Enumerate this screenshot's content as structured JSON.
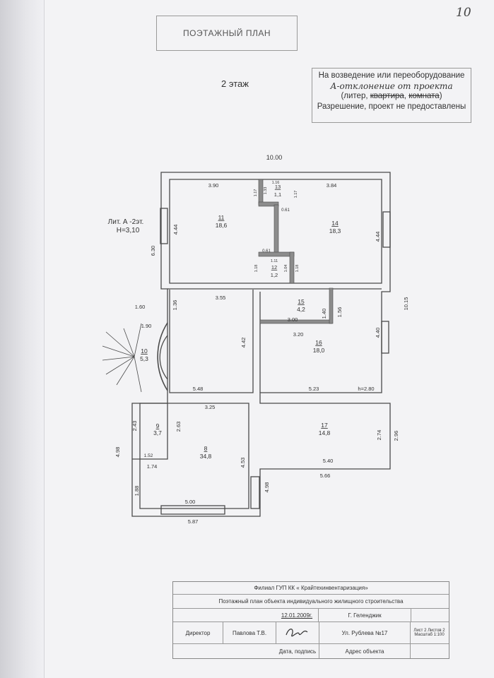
{
  "page_number": "10",
  "title": "ПОЭТАЖНЫЙ ПЛАН",
  "floor_label": "2 этаж",
  "permit": {
    "line1": "На возведение или переоборудование",
    "line2_handwritten": "А-отклонение от проекта",
    "line3_a": "(литер, ",
    "line3_struck1": "квартира",
    "line3_b": ", ",
    "line3_struck2": "комната",
    "line3_c": ")",
    "line4": "Разрешение, проект не предоставлены"
  },
  "lit": {
    "line1": "Лит. А -2эт.",
    "line2": "H=3,10"
  },
  "dims": {
    "top_total": "10.00",
    "d390": "3.90",
    "d384": "3.84",
    "d444a": "4.44",
    "d444b": "4.44",
    "d630": "6.30",
    "d160": "1.60",
    "d190": "1.90",
    "d136": "1.36",
    "d355": "3.55",
    "d442": "4.42",
    "d300": "3.00",
    "d320": "3.20",
    "d140": "1.40",
    "d156": "1.56",
    "d440": "4.40",
    "d1015": "10.15",
    "d548": "5.48",
    "d523": "5.23",
    "h280": "h=2.80",
    "d325": "3.25",
    "d243": "2.43",
    "d263": "2.63",
    "d152": "1.52",
    "d174": "1.74",
    "d188": "1.88",
    "d453": "4.53",
    "d498a": "4.98",
    "d498b": "4.98",
    "d274": "2.74",
    "d296": "2.96",
    "d540": "5.40",
    "d566": "5.66",
    "d500": "5.00",
    "d587": "5.87",
    "d116": "1.16",
    "d117a": "1.17",
    "d117b": "1.17",
    "d061a": "0.61",
    "d061b": "0.61",
    "d111": "1.11",
    "d118a": "1.18",
    "d118b": "1.18",
    "d104": "1.04",
    "d133": "1.33"
  },
  "rooms": [
    {
      "num": "11",
      "area": "18,6"
    },
    {
      "num": "14",
      "area": "18,3"
    },
    {
      "num": "13",
      "area": "1,1"
    },
    {
      "num": "12",
      "area": "1,2"
    },
    {
      "num": "15",
      "area": "4,2"
    },
    {
      "num": "16",
      "area": "18,0"
    },
    {
      "num": "10",
      "area": "5,3"
    },
    {
      "num": "9",
      "area": "3,7"
    },
    {
      "num": "8",
      "area": "34,8"
    },
    {
      "num": "17",
      "area": "14,8"
    }
  ],
  "stamp": {
    "org": "Филиал ГУП КК « Крайтехинвентаризация»",
    "doc": "Поэтажный план объекта индивидуального жилищного строительства",
    "date": "12.01.2009г.",
    "city": "Г. Геленджик",
    "role": "Директор",
    "name": "Павлова Т.В.",
    "address": "Ул. Рублева №17",
    "date_label": "Дата, подпись",
    "address_label": "Адрес объекта",
    "sheet_info": "Лист 2 Листов 2 Масштаб 1:100"
  },
  "colors": {
    "line": "#4a4a4a",
    "paper": "#f3f3f5",
    "wall_fill": "#8c8c8c"
  }
}
